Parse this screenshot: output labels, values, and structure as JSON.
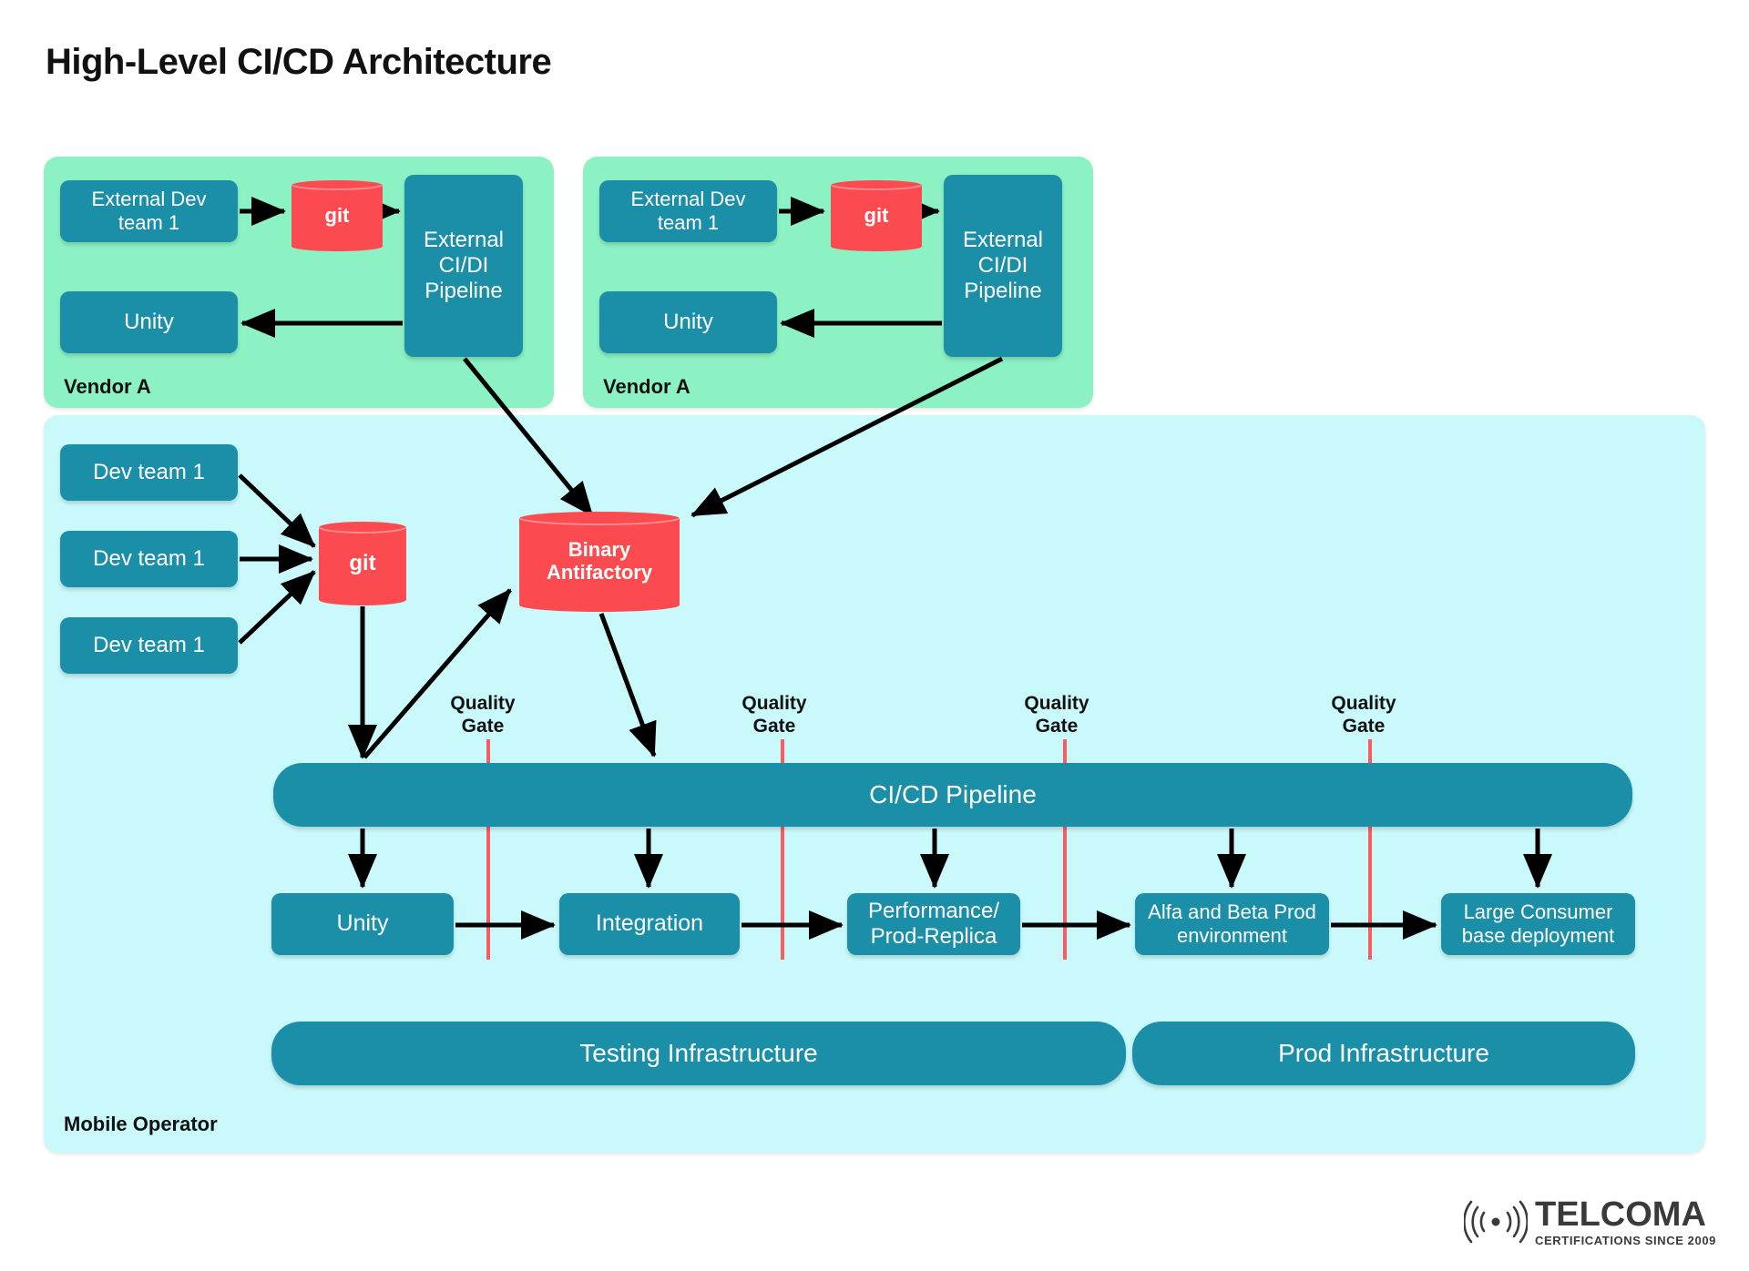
{
  "title": "High-Level CI/CD Architecture",
  "vendor_panels": [
    {
      "label": "Vendor A",
      "dev_team": "External Dev\nteam 1",
      "git": "git",
      "pipeline": "External\nCI/DI\nPipeline",
      "unity": "Unity"
    },
    {
      "label": "Vendor A",
      "dev_team": "External Dev\nteam 1",
      "git": "git",
      "pipeline": "External\nCI/DI\nPipeline",
      "unity": "Unity"
    }
  ],
  "operator": {
    "label": "Mobile Operator",
    "dev_teams": [
      "Dev team 1",
      "Dev team 1",
      "Dev team 1"
    ],
    "git": "git",
    "artifactory": "Binary\nAntifactory",
    "pipeline_bar": "CI/CD Pipeline",
    "quality_gates": [
      "Quality\nGate",
      "Quality\nGate",
      "Quality\nGate",
      "Quality\nGate"
    ],
    "stages": [
      "Unity",
      "Integration",
      "Performance/\nProd-Replica",
      "Alfa and Beta Prod\nenvironment",
      "Large Consumer\nbase deployment"
    ],
    "infrastructure": [
      "Testing Infrastructure",
      "Prod Infrastructure"
    ]
  },
  "logo": {
    "brand": "TELCOMA",
    "tagline": "CERTIFICATIONS SINCE 2009"
  },
  "colors": {
    "vendor_panel": "#8cf2c4",
    "operator_panel": "#c9f9fb",
    "box": "#1b8fa8",
    "cylinder": "#fb4a50",
    "quality_gate_line": "#ff5a5f",
    "text_dark": "#111111"
  }
}
